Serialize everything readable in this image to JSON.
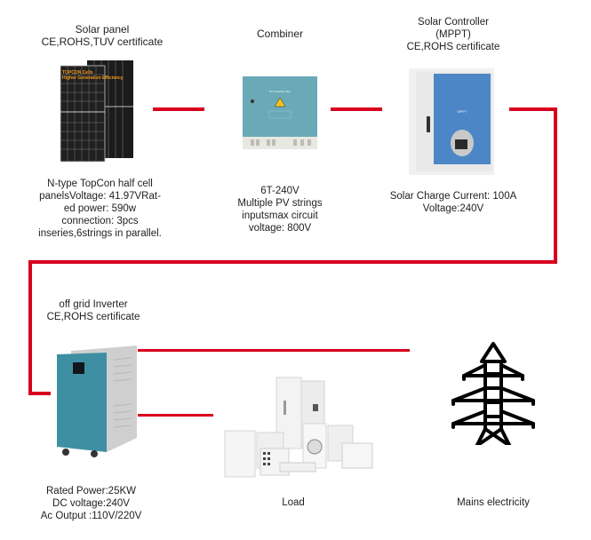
{
  "colors": {
    "connector": "#d8001e",
    "panel": "#1b1b1b",
    "combiner": "#6aa9b8",
    "controller": "#4d86c6",
    "inverter": "#3f8fa3"
  },
  "solar_panel": {
    "title": [
      "Solar panel",
      "CE,ROHS,TUV certificate"
    ],
    "image_text": [
      "TOPCON Cells",
      "Higher Generation Efficiency"
    ],
    "specs": [
      "N-type TopCon half cell",
      "panelsVoltage: 41.97VRat-",
      "ed power: 590w",
      "connection: 3pcs",
      "inseries,6strings in parallel."
    ]
  },
  "combiner": {
    "title": [
      "Combiner"
    ],
    "specs": [
      "6T-240V",
      "Multiple PV strings",
      "inputsmax circuit",
      "voltage: 800V"
    ]
  },
  "controller": {
    "title": [
      "Solar Controller",
      "(MPPT)",
      "CE,ROHS certificate"
    ],
    "image_text": "MPPT",
    "specs": [
      "Solar Charge Current: 100A",
      "Voltage:240V"
    ]
  },
  "inverter": {
    "title": [
      "off grid Inverter",
      "CE,ROHS certificate"
    ],
    "specs": [
      "Rated Power:25KW",
      "DC voltage:240V",
      "Ac Output :110V/220V"
    ]
  },
  "load": {
    "title": "Load"
  },
  "mains": {
    "title": "Mains electricity"
  }
}
